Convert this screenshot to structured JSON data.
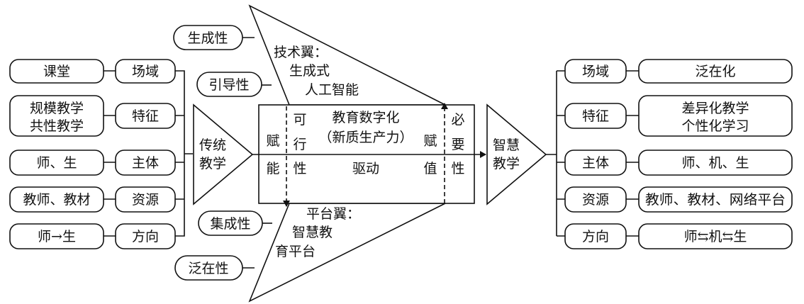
{
  "left": {
    "rows": [
      {
        "value": [
          "课堂"
        ],
        "attr": "场域"
      },
      {
        "value": [
          "规模教学",
          "共性教学"
        ],
        "attr": "特征"
      },
      {
        "value": [
          "师、生"
        ],
        "attr": "主体"
      },
      {
        "value": [
          "教师、教材"
        ],
        "attr": "资源"
      },
      {
        "value": [
          "师→生"
        ],
        "attr": "方向"
      }
    ],
    "center": [
      "传统",
      "教学"
    ]
  },
  "top_wing": {
    "ovals": [
      "生成性",
      "引导性"
    ],
    "text": [
      "技术翼：",
      "生成式",
      "人工智能"
    ]
  },
  "bottom_wing": {
    "ovals": [
      "集成性",
      "泛在性"
    ],
    "text": [
      "平台翼：",
      "智慧教",
      "育平台"
    ]
  },
  "core": {
    "title": [
      "教育数字化",
      "（新质生产力）"
    ],
    "drive": "驱动",
    "left_col1": [
      "赋",
      "能"
    ],
    "left_col2": [
      "可",
      "行",
      "性"
    ],
    "right_col1": [
      "赋",
      "值"
    ],
    "right_col2": [
      "必",
      "要",
      "性"
    ]
  },
  "right": {
    "center": [
      "智慧",
      "教学"
    ],
    "rows": [
      {
        "attr": "场域",
        "value": [
          "泛在化"
        ]
      },
      {
        "attr": "特征",
        "value": [
          "差异化教学",
          "个性化学习"
        ]
      },
      {
        "attr": "主体",
        "value": [
          "师、机、生"
        ]
      },
      {
        "attr": "资源",
        "value": [
          "教师、教材、网络平台"
        ]
      },
      {
        "attr": "方向",
        "value": [
          "师⇆机⇆生"
        ]
      }
    ]
  }
}
